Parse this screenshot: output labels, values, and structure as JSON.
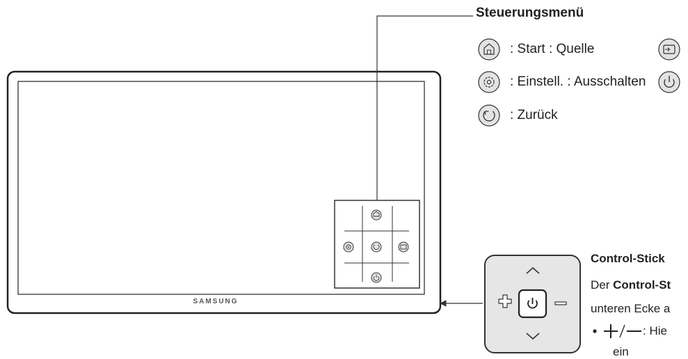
{
  "menu": {
    "title": "Steuerungsmenü",
    "row1_text": ": Start : Quelle",
    "row2_text": ": Einstell. : Ausschalten",
    "row3_text": ": Zurück"
  },
  "device": {
    "brand": "SAMSUNG"
  },
  "control_stick": {
    "title": "Control-Stick",
    "line1_prefix": "Der ",
    "line1_bold": "Control-St",
    "line2": "unteren Ecke a",
    "line3": ": Hie",
    "line4": "ein"
  },
  "icons": {
    "home": "home-icon",
    "settings": "gear-icon",
    "back": "return-icon",
    "source": "source-icon",
    "power": "power-icon",
    "plus": "plus-icon",
    "minus": "minus-icon",
    "up": "chevron-up-icon",
    "down": "chevron-down-icon"
  },
  "colors": {
    "icon_bg": "#e3e3e3",
    "stick_bg": "#e6e6e6",
    "line": "#333333"
  }
}
